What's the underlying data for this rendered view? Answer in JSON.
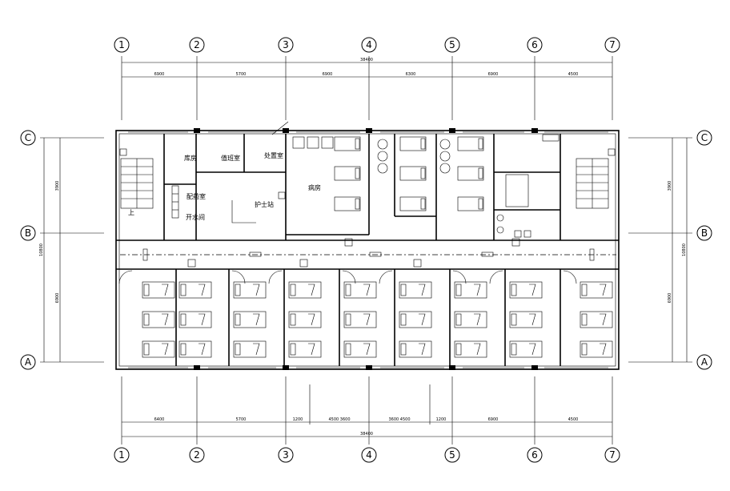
{
  "grid_columns": [
    "1",
    "2",
    "3",
    "4",
    "5",
    "6",
    "7"
  ],
  "grid_rows": [
    "C",
    "B",
    "A"
  ],
  "dims_top": {
    "total": "38400",
    "segments": [
      "6900",
      "5700",
      "6900",
      "6300",
      "6900",
      "4500"
    ]
  },
  "dims_bottom": {
    "total": "38400",
    "segments": [
      "6400",
      "5700",
      "1200",
      "4500 3600",
      "3600 4500",
      "1200",
      "6900",
      "4500"
    ]
  },
  "dims_left": {
    "total": "10800",
    "upper": "3900",
    "lower": "6900"
  },
  "dims_right": {
    "total": "10800",
    "upper": "3900",
    "lower": "6900"
  },
  "rooms": {
    "r1": "库房",
    "r2": "配药室",
    "r3": "处置室",
    "r4": "护士站",
    "r5": "病房",
    "r6": "值班室",
    "r7": "开水间",
    "r8": "上"
  }
}
